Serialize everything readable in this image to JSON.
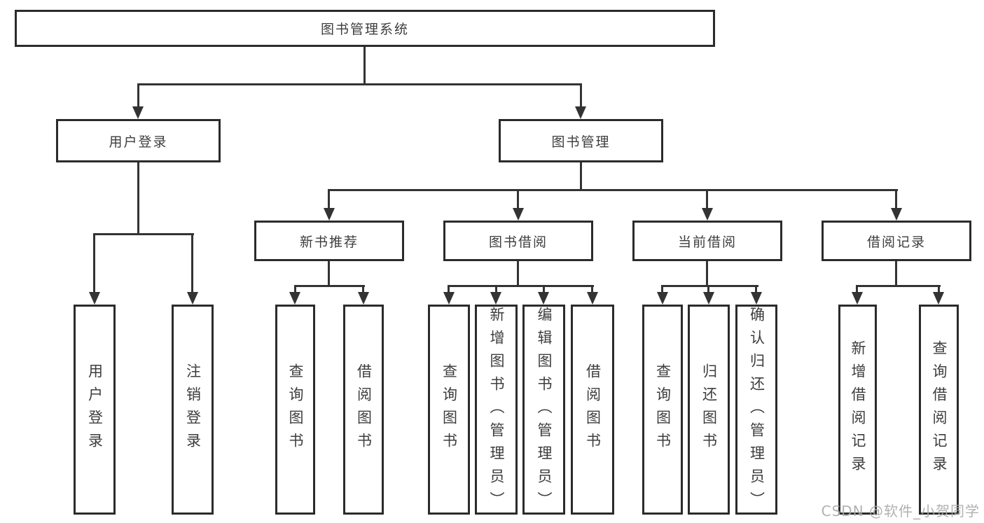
{
  "root": {
    "label": "图书管理系统"
  },
  "branches": [
    {
      "label": "用户登录",
      "leaves": [
        {
          "label": "用户登录"
        },
        {
          "label": "注销登录"
        }
      ]
    },
    {
      "label": "图书管理",
      "children": [
        {
          "label": "新书推荐",
          "leaves": [
            {
              "label": "查询图书"
            },
            {
              "label": "借阅图书"
            }
          ]
        },
        {
          "label": "图书借阅",
          "leaves": [
            {
              "label": "查询图书"
            },
            {
              "label": "新增图书（管理员）"
            },
            {
              "label": "编辑图书（管理员）"
            },
            {
              "label": "借阅图书"
            }
          ]
        },
        {
          "label": "当前借阅",
          "leaves": [
            {
              "label": "查询图书"
            },
            {
              "label": "归还图书"
            },
            {
              "label": "确认归还（管理员）"
            }
          ]
        },
        {
          "label": "借阅记录",
          "leaves": [
            {
              "label": "新增借阅记录"
            },
            {
              "label": "查询借阅记录"
            }
          ]
        }
      ]
    }
  ],
  "watermark": {
    "text": "CSDN @软件_小贺同学"
  },
  "colors": {
    "line": "#333333",
    "box_border": "#2b2b2b",
    "box_fill": "#ffffff",
    "text": "#3d3d3d",
    "watermark": "#a8a8a8",
    "background": "#ffffff"
  }
}
